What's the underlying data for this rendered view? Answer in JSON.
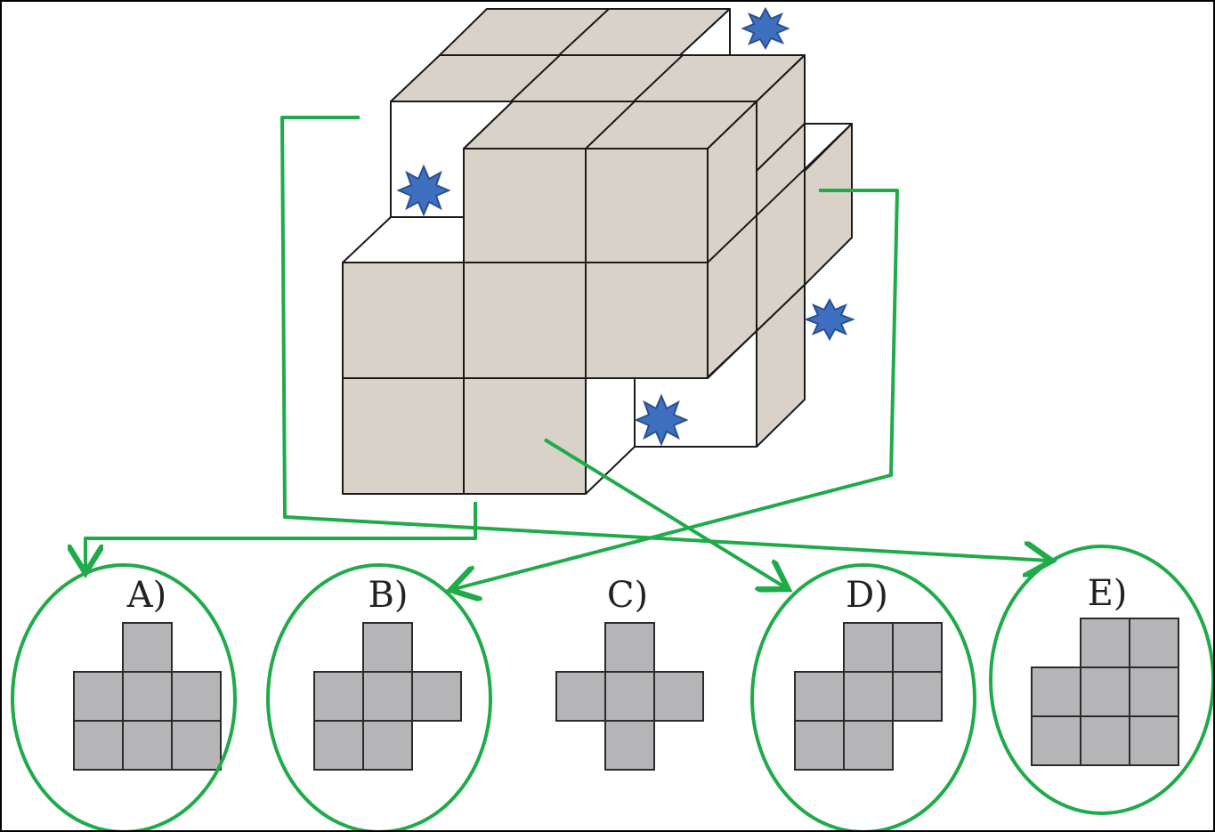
{
  "colors": {
    "cube_face": "#d9d2c9",
    "cube_edge": "#1a1a1a",
    "tile": "#b5b5b8",
    "tile_edge": "#2b2b2b",
    "arrow": "#1fab4a",
    "highlight": "#1fab4a",
    "star": "#3f6fbf",
    "star_edge": "#2a4f92"
  },
  "icons": [
    "starburst-icon"
  ],
  "options": [
    {
      "key": "A",
      "label": "A)",
      "circled": true
    },
    {
      "key": "B",
      "label": "B)",
      "circled": true
    },
    {
      "key": "C",
      "label": "C)",
      "circled": false
    },
    {
      "key": "D",
      "label": "D)",
      "circled": true
    },
    {
      "key": "E",
      "label": "E)",
      "circled": true
    }
  ]
}
